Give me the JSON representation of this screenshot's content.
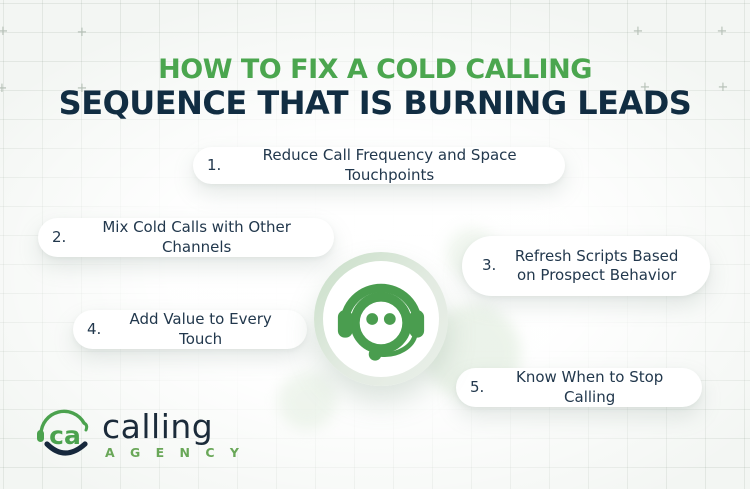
{
  "title": {
    "line1": "HOW TO FIX A COLD CALLING",
    "line2": "SEQUENCE THAT IS BURNING LEADS"
  },
  "steps": [
    {
      "number": "1.",
      "text": "Reduce Call Frequency and Space Touchpoints"
    },
    {
      "number": "2.",
      "text": "Mix Cold Calls with Other Channels"
    },
    {
      "number": "3.",
      "text": "Refresh Scripts Based on Prospect Behavior"
    },
    {
      "number": "4.",
      "text": "Add Value to Every Touch"
    },
    {
      "number": "5.",
      "text": "Know When to Stop Calling"
    }
  ],
  "center_icon": "headset-agent-icon",
  "logo": {
    "monogram": "ca",
    "brand": "calling",
    "sub": "A G E N C Y"
  },
  "colors": {
    "title_green": "#4BA64F",
    "title_navy": "#112D42",
    "pill_text": "#22384D",
    "icon_green": "#4A9D4F",
    "badge_ring": "#D7E6D6",
    "background": "#F3F6F3",
    "logo_navy": "#1B2B3A",
    "logo_green": "#69A758"
  }
}
